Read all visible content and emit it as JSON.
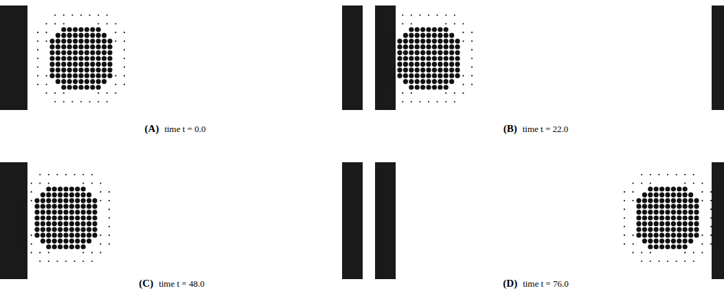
{
  "diagram": {
    "labels": [
      "(A)",
      "time t = 0.0",
      "(B)",
      "time t = 22.0",
      "(C)",
      "time t = 48.0",
      "(D)",
      "time t = 76.0"
    ]
  }
}
